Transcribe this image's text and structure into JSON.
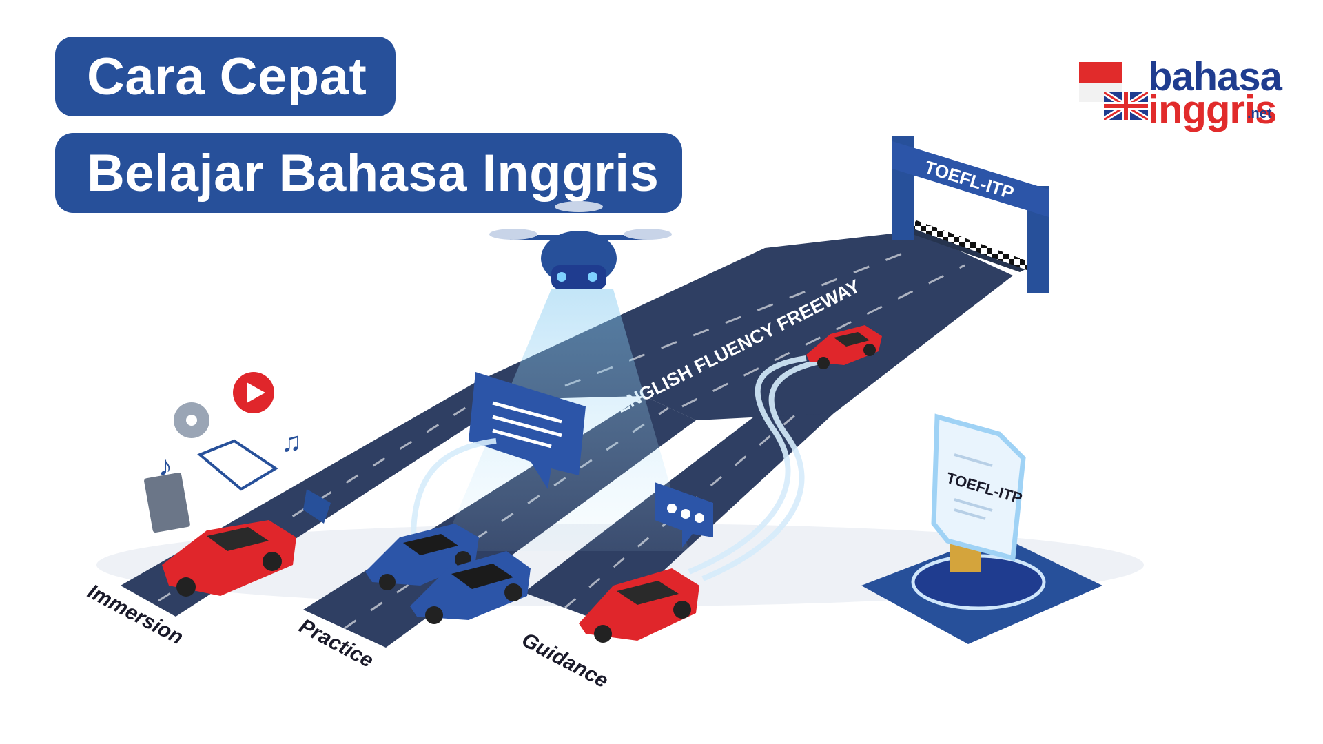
{
  "heading": {
    "line1": "Cara Cepat",
    "line2": "Belajar Bahasa Inggris"
  },
  "logo": {
    "word1": "bahasa",
    "word2": "inggris",
    "tld": ".net"
  },
  "scene": {
    "finish_gate_label": "TOEFL-ITP",
    "road_label": "ENGLISH FLUENCY FREEWAY",
    "lanes": [
      "Immersion",
      "Practice",
      "Guidance"
    ],
    "certificate_label": "TOEFL-ITP"
  },
  "colors": {
    "accent_blue": "#27509a",
    "road": "#2f3f63",
    "car_red": "#e0262b",
    "car_blue": "#2c55a8",
    "logo_red": "#e12b2b",
    "logo_blue": "#1f3c8f"
  }
}
